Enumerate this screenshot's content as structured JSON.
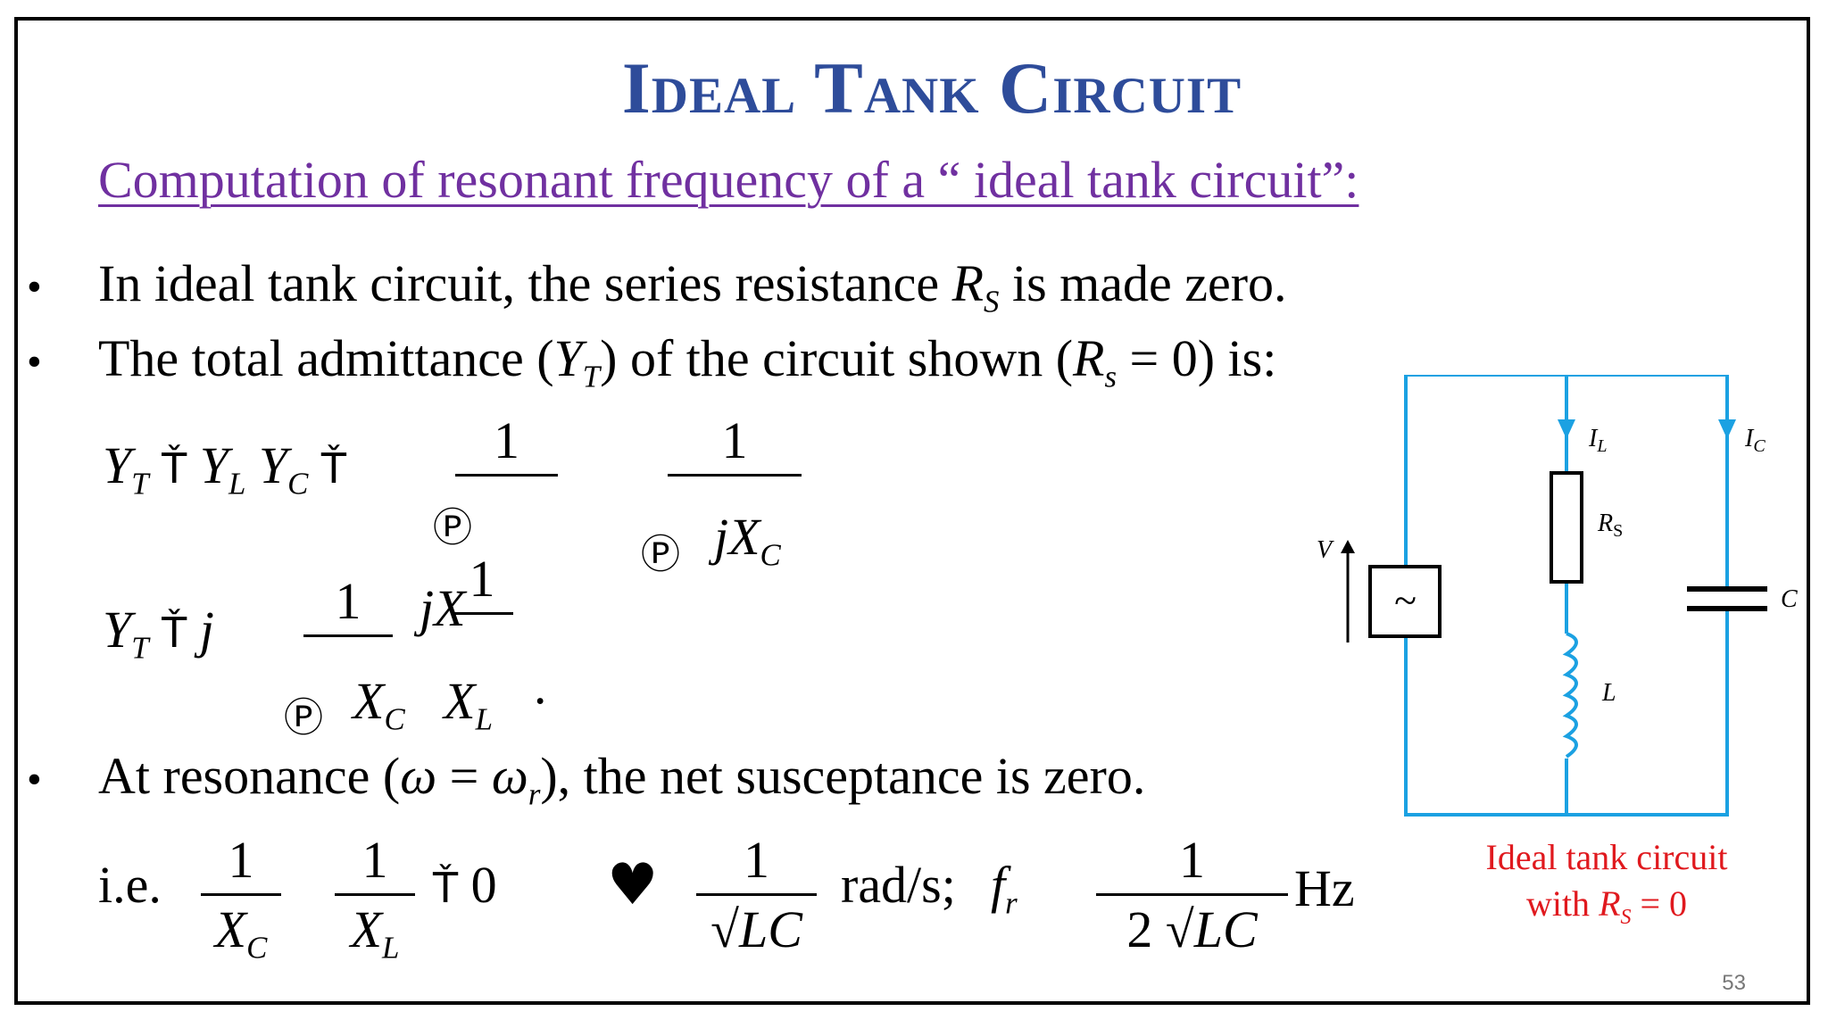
{
  "slide": {
    "title": "Ideal Tank Circuit",
    "subtitle": "Computation of resonant frequency of a “ ideal tank circuit”:",
    "bullets": [
      {
        "pre": "In ideal tank circuit, the series resistance ",
        "var": "R",
        "sub": "S",
        "post": " is made zero."
      },
      {
        "pre": "The total admittance (",
        "var": "Y",
        "sub": "T",
        "mid": ") of the circuit shown (",
        "var2": "R",
        "sub2": "s",
        "post": " = 0) is:"
      },
      {
        "pre": "At resonance (",
        "var": "ω",
        "mid": " = ",
        "var2": "ω",
        "sub2": "r",
        "post": "), the net susceptance is zero."
      }
    ],
    "equations": {
      "eq1_left": "Y",
      "eq1_left_sub": "T",
      "eq1_yl": "Y",
      "eq1_yl_sub": "L",
      "eq1_yc": "Y",
      "eq1_yc_sub": "C",
      "eq1_frac1_num": "1",
      "eq1_frac2_num": "1",
      "eq1_jxc": "jX",
      "eq1_jxc_sub": "C",
      "eq2_left": "Y",
      "eq2_left_sub": "T",
      "eq2_j": "j",
      "eq2_num1": "1",
      "eq2_jx": "jX",
      "eq2_num2": "1",
      "eq2_xc": "X",
      "eq2_xc_sub": "C",
      "eq2_xl": "X",
      "eq2_xl_sub": "L",
      "eq2_dot": "·",
      "eq3_ie": "i.e.",
      "eq3_n1": "1",
      "eq3_d1": "X",
      "eq3_d1_sub": "C",
      "eq3_n2": "1",
      "eq3_d2": "X",
      "eq3_d2_sub": "L",
      "eq3_zero": "0",
      "eq3_n3": "1",
      "eq3_d3": "LC",
      "eq3_unit1": "rad/s;",
      "eq3_f": "f",
      "eq3_f_sub": "r",
      "eq3_n4": "1",
      "eq3_d4_pre": "2",
      "eq3_d4": "LC",
      "eq3_unit2": "Hz"
    },
    "circuit": {
      "label_il": "I",
      "label_il_sub": "L",
      "label_ic": "I",
      "label_ic_sub": "C",
      "label_rs": "R",
      "label_rs_sub": "S",
      "label_v": "V",
      "label_c": "C",
      "label_l": "L",
      "wire_color": "#1BA1E2"
    },
    "caption_line1": "Ideal tank circuit",
    "caption_line2_pre": "with ",
    "caption_line2_var": "R",
    "caption_line2_sub": "S",
    "caption_line2_post": " = 0",
    "page_number": "53"
  }
}
